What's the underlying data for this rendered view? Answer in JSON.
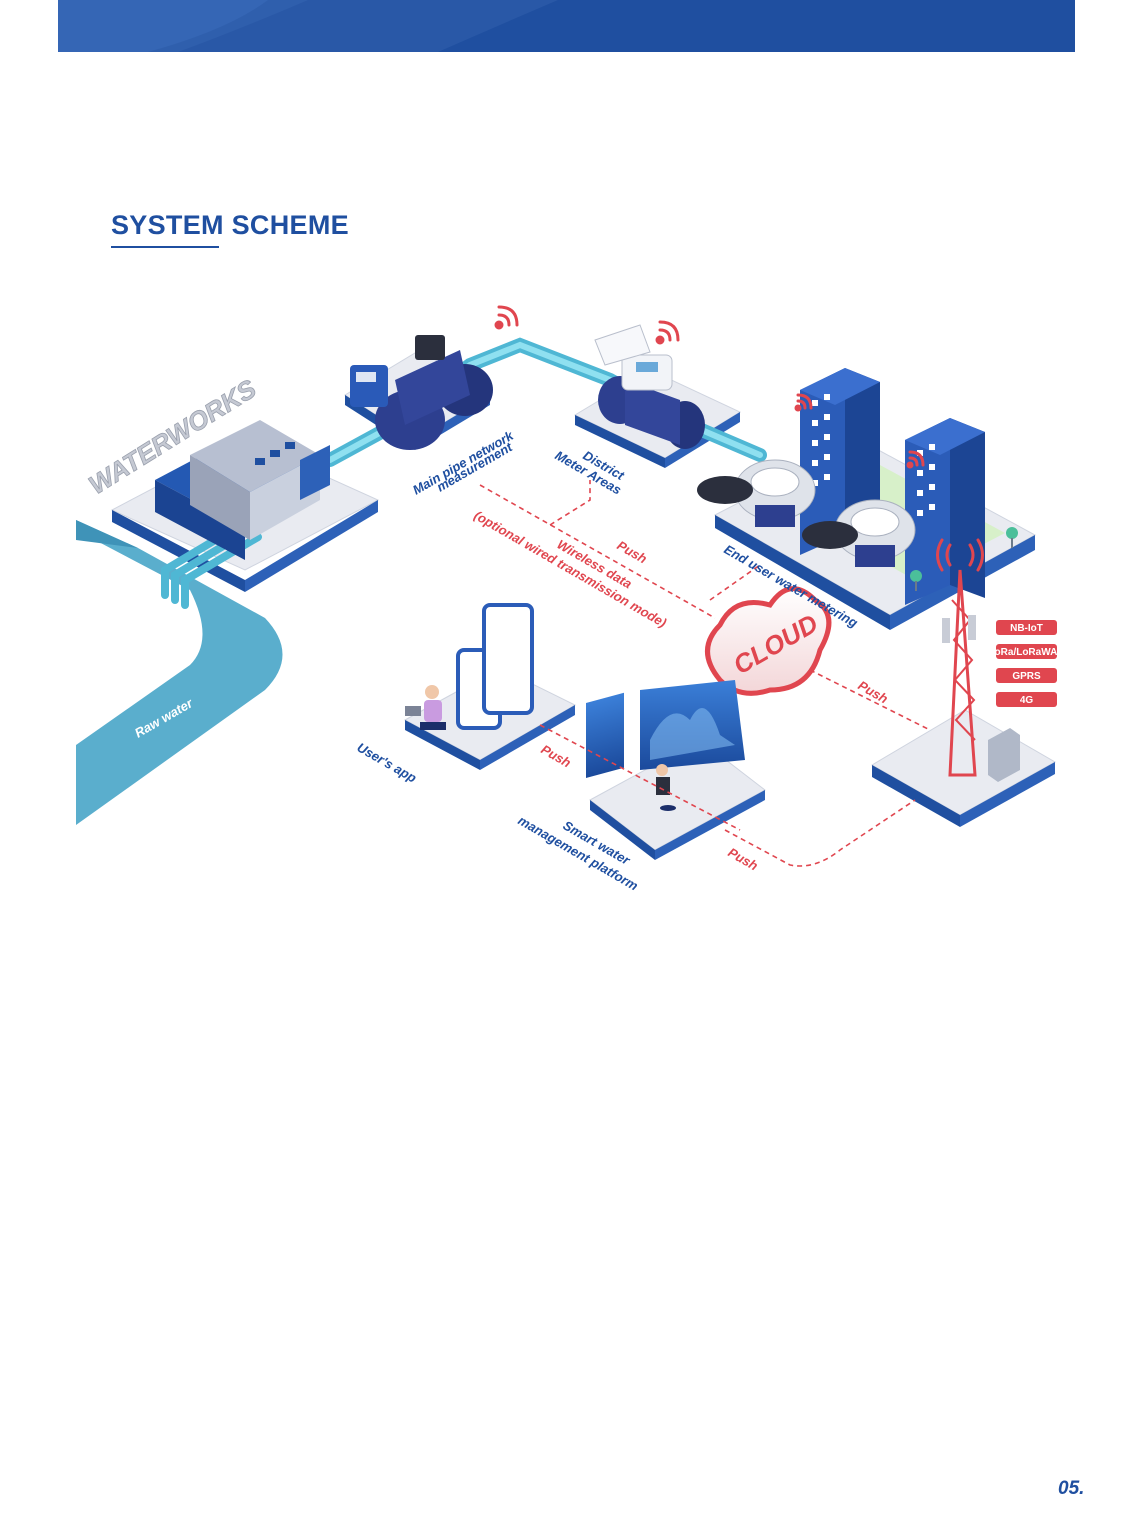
{
  "page": {
    "title": "SYSTEM SCHEME",
    "page_number": "05."
  },
  "labels": {
    "waterworks": "WATERWORKS",
    "raw_water_1": "Raw water",
    "raw_water_2": "Raw water",
    "main_pipe_line1": "Main pipe network",
    "main_pipe_line2": "measurement",
    "district_line1": "District",
    "district_line2": "Meter Areas",
    "push_1": "Push",
    "wireless_line1": "Wireless data",
    "wireless_line2": "(optional wired transmission mode)",
    "end_user": "End user water metering",
    "cloud": "CLOUD",
    "push_2": "Push",
    "users_app": "User's app",
    "push_3": "Push",
    "smart_line1": "Smart water",
    "smart_line2": "management platform",
    "push_4": "Push"
  },
  "badges": [
    "NB-IoT",
    "LoRa/LoRaWAN",
    "GPRS",
    "4G"
  ],
  "colors": {
    "brand_blue": "#1f4fa0",
    "accent_red": "#e0464f",
    "water": "#5aaecd",
    "pipe": "#6fd0e6",
    "platform": "#e9ebf1"
  }
}
